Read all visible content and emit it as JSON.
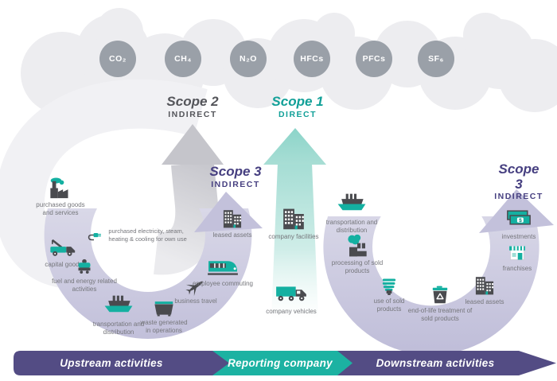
{
  "gases": [
    "CO₂",
    "CH₄",
    "N₂O",
    "HFCs",
    "PFCs",
    "SF₆"
  ],
  "scopes": {
    "scope2": {
      "title": "Scope 2",
      "level": "INDIRECT"
    },
    "scope1": {
      "title": "Scope 1",
      "level": "DIRECT"
    },
    "scope3_upstream": {
      "title": "Scope 3",
      "level": "INDIRECT"
    },
    "scope3_downstream": {
      "title": "Scope 3",
      "level": "INDIRECT"
    }
  },
  "upstream": {
    "items": [
      {
        "icon": "factory-icon",
        "label": "purchased goods and services"
      },
      {
        "icon": "plug-icon",
        "label": "purchased electricity, steam, heating & cooling for own use"
      },
      {
        "icon": "tow-truck-icon",
        "label": "capital goods"
      },
      {
        "icon": "wagon-icon",
        "label": "fuel and energy related activities"
      },
      {
        "icon": "ship-icon",
        "label": "transportation and distribution"
      },
      {
        "icon": "dumpster-icon",
        "label": "waste generated in operations"
      },
      {
        "icon": "airplane-icon",
        "label": "business travel"
      },
      {
        "icon": "train-icon",
        "label": "employee commuting"
      },
      {
        "icon": "buildings-icon",
        "label": "leased assets"
      }
    ]
  },
  "reporting_company": {
    "items": [
      {
        "icon": "buildings-icon",
        "label": "company facilities"
      },
      {
        "icon": "box-truck-icon",
        "label": "company vehicles"
      }
    ]
  },
  "downstream": {
    "items": [
      {
        "icon": "ship-icon",
        "label": "transportation and distribution"
      },
      {
        "icon": "factory-smoke-icon",
        "label": "processing of sold products"
      },
      {
        "icon": "cfl-bulb-icon",
        "label": "use of sold products"
      },
      {
        "icon": "recycle-bin-icon",
        "label": "end-of-life treatment of sold products"
      },
      {
        "icon": "buildings-icon",
        "label": "leased assets"
      },
      {
        "icon": "storefront-icon",
        "label": "franchises"
      },
      {
        "icon": "banknotes-icon",
        "label": "investments"
      }
    ]
  },
  "footer": {
    "upstream": "Upstream activities",
    "company": "Reporting company",
    "downstream": "Downstream activities"
  },
  "colors": {
    "teal": "#14b0a1",
    "light_teal_arrow": "#a5ddd4",
    "lavender": "#c6c4de",
    "gray_arrow": "#c7c7cd",
    "purple": "#534c84",
    "dark_icon": "#4a4b4f",
    "gas_circle": "#9aa0a8",
    "label_text": "#75767b",
    "scope1_text": "#12a098",
    "scope2_text": "#54555a",
    "scope3_text": "#463f80"
  }
}
